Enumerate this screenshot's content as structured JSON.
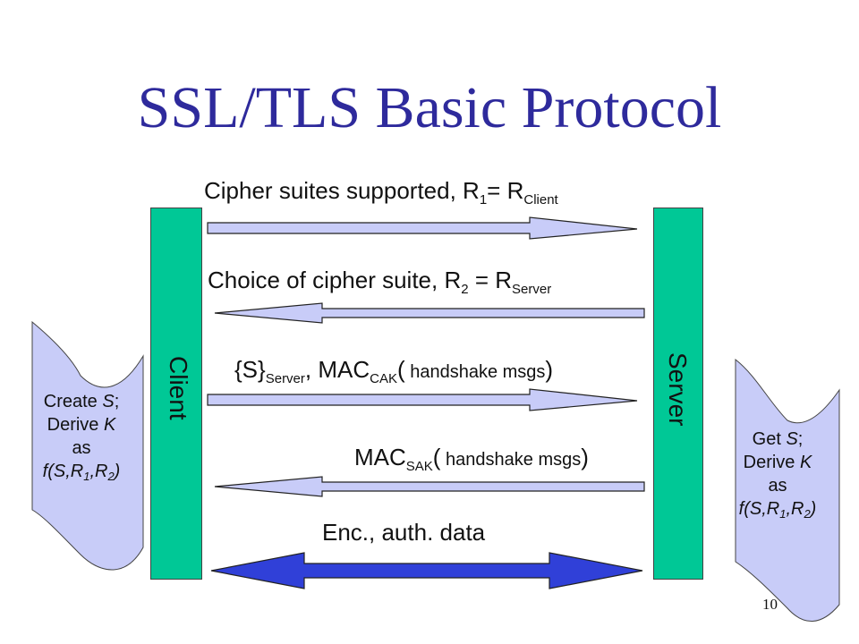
{
  "title": "SSL/TLS Basic Protocol",
  "client_label": "Client",
  "server_label": "Server",
  "messages": [
    {
      "pre": "Cipher suites supported, R",
      "sub1": "1",
      "mid": "= R",
      "sub2": "Client",
      "post": ""
    },
    {
      "pre": "Choice of cipher suite, R",
      "sub1": "2",
      "mid": " = R",
      "sub2": "Server",
      "post": ""
    },
    {
      "pre": "{S}",
      "sub1": "Server",
      "mid": ", MAC",
      "sub2": "CAK",
      "paren_open": "(",
      "small": " handshake msgs",
      "paren_close": ")"
    },
    {
      "pre": "MAC",
      "sub1": "SAK",
      "paren_open": "(",
      "small": " handshake msgs",
      "paren_close": ")"
    },
    {
      "pre": "Enc., auth. data"
    }
  ],
  "client_note": {
    "line1a": "Create ",
    "line1b": "S",
    "line1c": ";",
    "line2a": "Derive ",
    "line2b": "K",
    "line3": "as",
    "formula_a": "f(S,R",
    "formula_sub1": "1",
    "formula_b": ",R",
    "formula_sub2": "2",
    "formula_c": ")"
  },
  "server_note": {
    "line1a": "Get ",
    "line1b": "S",
    "line1c": ";",
    "line2a": "Derive ",
    "line2b": "K",
    "line3": "as",
    "formula_a": "f(S,R",
    "formula_sub1": "1",
    "formula_b": ",R",
    "formula_sub2": "2",
    "formula_c": ")"
  },
  "page_number": "10",
  "colors": {
    "title": "#2e2a9c",
    "pillar": "#00c896",
    "arrow_fill": "#c8ccf8",
    "data_arrow_fill": "#3040d8",
    "note_fill": "#c8ccf8"
  }
}
